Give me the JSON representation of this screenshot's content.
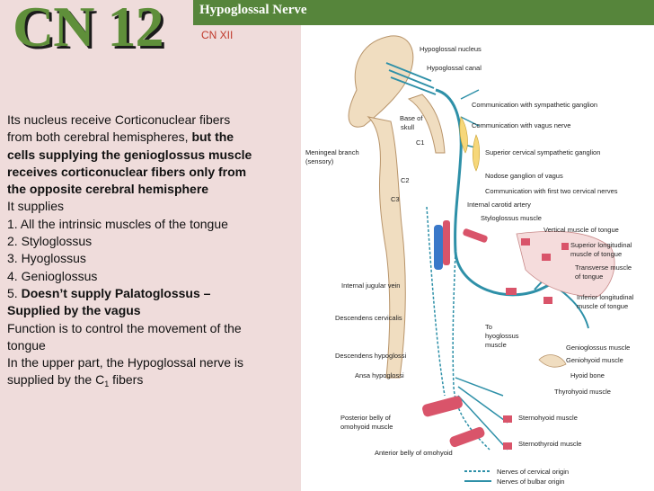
{
  "header": {
    "title": "CN 12",
    "nerve_name": "Hypoglossal Nerve",
    "cranial_number": "CN XII"
  },
  "text": {
    "l1": "Its nucleus receive Corticonuclear fibers",
    "l2a": "from both cerebral hemispheres,",
    "l2b": "but the",
    "l3": "cells supplying the genioglossus muscle",
    "l4": "receives corticonuclear fibers only from",
    "l5": "the opposite cerebral hemisphere",
    "l6": "It supplies",
    "l7": "1. All the intrinsic muscles of the tongue",
    "l8": "2. Styloglossus",
    "l9": "3. Hyoglossus",
    "l10": "4. Genioglossus",
    "l11a": "5.",
    "l11b": "Doesn’t supply Palatoglossus –",
    "l12": "Supplied by the vagus",
    "l13": "Function is to control the movement of the",
    "l14": "tongue",
    "l15": "In the upper part, the Hypoglossal nerve is",
    "l16a": "supplied by the C",
    "l16sub": "1",
    "l16b": "fibers"
  },
  "diagram": {
    "labels": {
      "hypoglossal_nucleus": "Hypoglossal nucleus",
      "hypoglossal_canal": "Hypoglossal canal",
      "comm_symp": "Communication with sympathetic ganglion",
      "base_skull_1": "Base of",
      "base_skull_2": "skull",
      "comm_vagus": "Communication with vagus nerve",
      "meningeal_1": "Meningeal branch",
      "meningeal_2": "(sensory)",
      "c1": "C1",
      "sup_cerv": "Superior cervical sympathetic ganglion",
      "nodose": "Nodose ganglion of vagus",
      "c2": "C2",
      "comm_cervical": "Communication with first two cervical nerves",
      "c3": "C3",
      "int_carotid": "Internal carotid artery",
      "styloglossus": "Styloglossus muscle",
      "vertical": "Vertical muscle of tongue",
      "sup_long_1": "Superior longitudinal",
      "sup_long_2": "muscle of tongue",
      "transverse_1": "Transverse muscle",
      "transverse_2": "of tongue",
      "int_jugular": "Internal jugular vein",
      "inf_long_1": "Inferior longitudinal",
      "inf_long_2": "muscle of tongue",
      "desc_cervicalis": "Descendens cervicalis",
      "to_hyoglossus_1": "To",
      "to_hyoglossus_2": "hyoglossus",
      "to_hyoglossus_3": "muscle",
      "desc_hypoglossi": "Descendens hypoglossi",
      "genioglossus": "Genioglossus muscle",
      "geniohyoid": "Geniohyoid muscle",
      "ansa": "Ansa hypoglossi",
      "hyoid": "Hyoid bone",
      "thyrohyoid": "Thyrohyoid muscle",
      "post_omo_1": "Posterior belly of",
      "post_omo_2": "omohyoid muscle",
      "sternohyoid": "Sternohyoid muscle",
      "sternothyroid": "Sternothyroid muscle",
      "ant_omo": "Anterior belly of omohyoid",
      "legend_cervical": "Nerves of cervical origin",
      "legend_bulbar": "Nerves of bulbar origin"
    },
    "colors": {
      "nerve": "#2e90a8",
      "muscle": "#d9546a",
      "vein": "#3a78c9",
      "bone": "#f0ddc0"
    }
  }
}
